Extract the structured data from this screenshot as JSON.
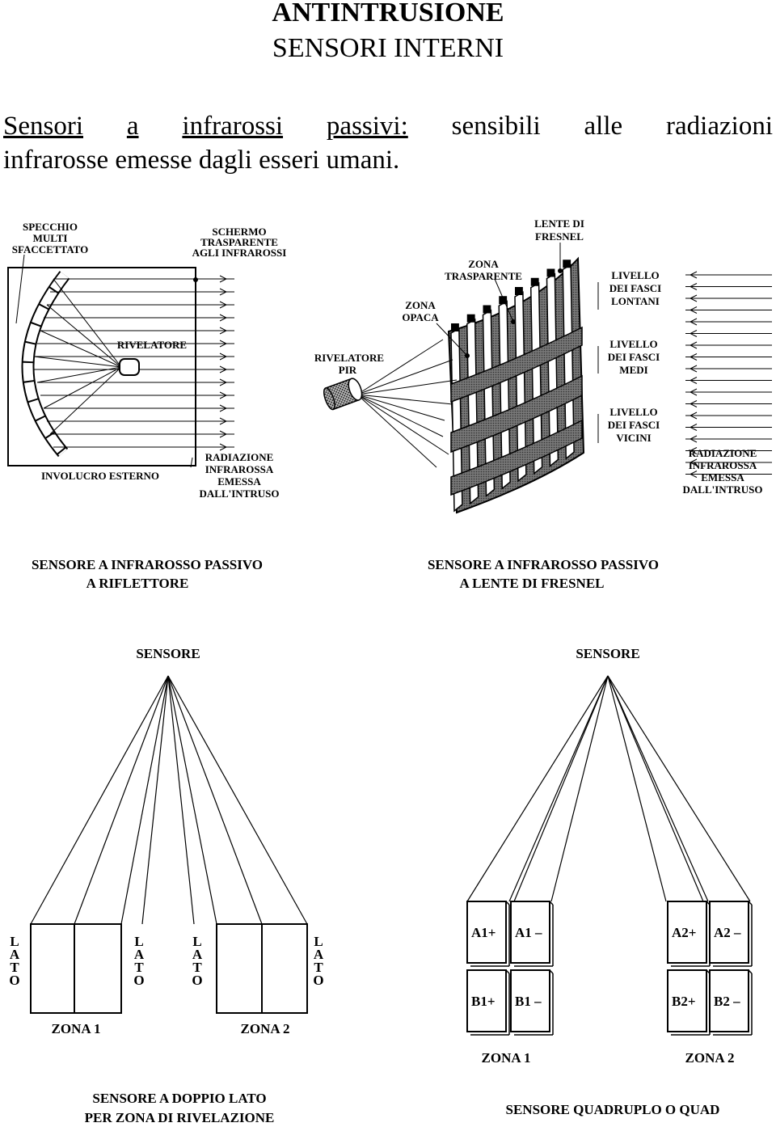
{
  "header": {
    "title": "ANTINTRUSIONE",
    "subtitle": "SENSORI INTERNI"
  },
  "intro": {
    "lead": "Sensori a infrarossi passivi:",
    "w1": "Sensori",
    "w2": "a",
    "w3": "infrarossi",
    "w4": "passivi:",
    "w5": "sensibili",
    "w6": "alle",
    "w7": "radiazioni",
    "line2": "infrarosse emesse dagli esseri umani."
  },
  "fig_reflector": {
    "mirror": [
      "SPECCHIO",
      "MULTI",
      "SFACCETTATO"
    ],
    "screen": [
      "SCHERMO",
      "TRASPARENTE",
      "AGLI INFRAROSSI"
    ],
    "detector": "RIVELATORE",
    "housing": "INVOLUCRO ESTERNO",
    "radiation": [
      "RADIAZIONE",
      "INFRAROSSA",
      "EMESSA",
      "DALL'INTRUSO"
    ],
    "caption": [
      "SENSORE A  INFRAROSSO PASSIVO",
      "A RIFLETTORE"
    ]
  },
  "fig_fresnel": {
    "lens": [
      "LENTE DI",
      "FRESNEL"
    ],
    "transparent": [
      "ZONA",
      "TRASPARENTE"
    ],
    "opaque": [
      "ZONA",
      "OPACA"
    ],
    "pir": [
      "RIVELATORE",
      "PIR"
    ],
    "far": [
      "LIVELLO",
      "DEI FASCI",
      "LONTANI"
    ],
    "mid": [
      "LIVELLO",
      "DEI FASCI",
      "MEDI"
    ],
    "near": [
      "LIVELLO",
      "DEI FASCI",
      "VICINI"
    ],
    "radiation": [
      "RADIAZIONE",
      "INFRAROSSA",
      "EMESSA",
      "DALL'INTRUSO"
    ],
    "caption": [
      "SENSORE A  INFRAROSSO PASSIVO",
      "A LENTE DI FRESNEL"
    ]
  },
  "fig_dual": {
    "sensor": "SENSORE",
    "side": "LATO",
    "zone1": "ZONA 1",
    "zone2": "ZONA 2",
    "caption": [
      "SENSORE A DOPPIO  LATO",
      "PER ZONA DI RIVELAZIONE"
    ]
  },
  "fig_quad": {
    "sensor": "SENSORE",
    "cells": {
      "a1p": "A1+",
      "a1m": "A1 –",
      "a2p": "A2+",
      "a2m": "A2 –",
      "b1p": "B1+",
      "b1m": "B1 –",
      "b2p": "B2+",
      "b2m": "B2 –"
    },
    "zone1": "ZONA 1",
    "zone2": "ZONA 2",
    "caption": "SENSORE  QUADRUPLO  O QUAD"
  }
}
